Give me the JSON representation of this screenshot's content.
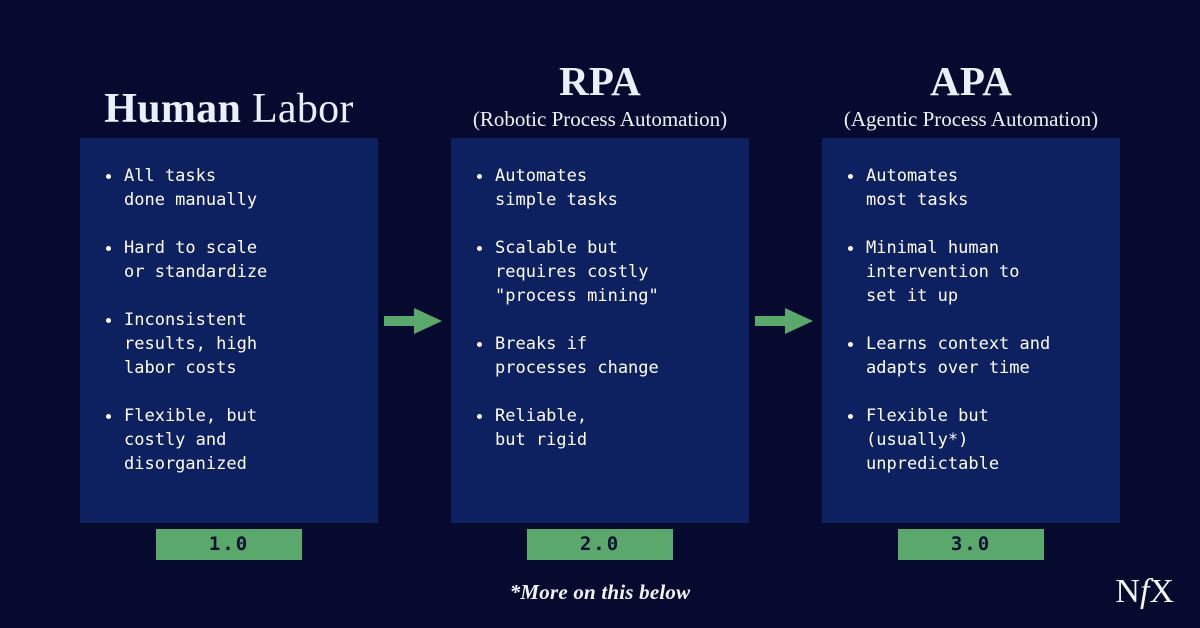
{
  "theme": {
    "background": "#050a2e",
    "card_background": "#0d2060",
    "accent_green": "#5aa86b",
    "text": "#ffffff",
    "heading_text": "#eaf0f9",
    "badge_text": "#061033"
  },
  "columns": [
    {
      "title_strong": "Human",
      "title_light": " Labor",
      "subtitle": "",
      "bullets": [
        "All tasks\ndone manually",
        "Hard to scale\nor standardize",
        "Inconsistent\nresults, high\nlabor costs",
        "Flexible, but\ncostly and\ndisorganized"
      ],
      "badge": "1.0"
    },
    {
      "title_strong": "RPA",
      "title_light": "",
      "subtitle": "(Robotic Process Automation)",
      "bullets": [
        "Automates\nsimple tasks",
        "Scalable but\nrequires costly\n\"process mining\"",
        "Breaks if\nprocesses change",
        "Reliable,\nbut rigid"
      ],
      "badge": "2.0"
    },
    {
      "title_strong": "APA",
      "title_light": "",
      "subtitle": "(Agentic Process Automation)",
      "bullets": [
        "Automates\nmost tasks",
        "Minimal human\nintervention to\nset it up",
        "Learns context and\nadapts over time",
        "Flexible but\n(usually*)\nunpredictable"
      ],
      "badge": "3.0"
    }
  ],
  "arrows": [
    {
      "name": "arrow-right-icon-1"
    },
    {
      "name": "arrow-right-icon-2"
    }
  ],
  "footer": {
    "footnote": "*More on this below",
    "logo_n": "N",
    "logo_f": "f",
    "logo_x": "X"
  }
}
